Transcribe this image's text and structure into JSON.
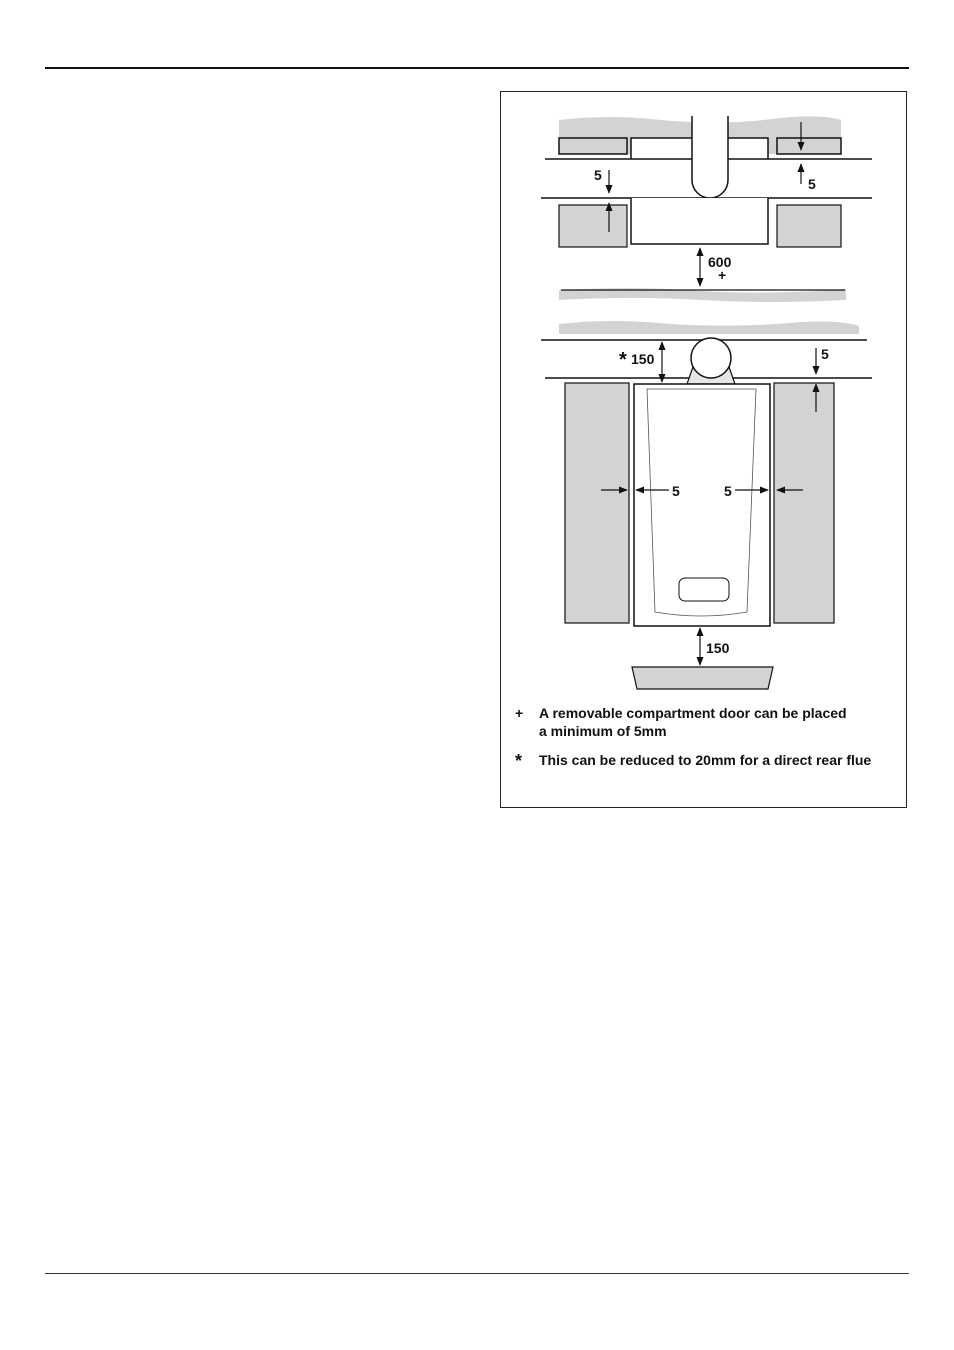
{
  "figure": {
    "dimensions": {
      "top_gap_right": "5",
      "top_gap_left": "5",
      "front_clearance": "600",
      "front_clearance_mark": "+",
      "above_clearance_mark": "*",
      "above_clearance": "150",
      "right_top_gap": "5",
      "side_left": "5",
      "side_right": "5",
      "below_clearance": "150"
    },
    "notes": [
      {
        "symbol": "+",
        "line1": "A removable compartment door can be placed",
        "line2": "a minimum of 5mm"
      },
      {
        "symbol": "*",
        "line1": "This can be reduced to 20mm for a direct rear flue"
      }
    ]
  },
  "colors": {
    "shade": "#d3d3d3",
    "line": "#111111"
  }
}
